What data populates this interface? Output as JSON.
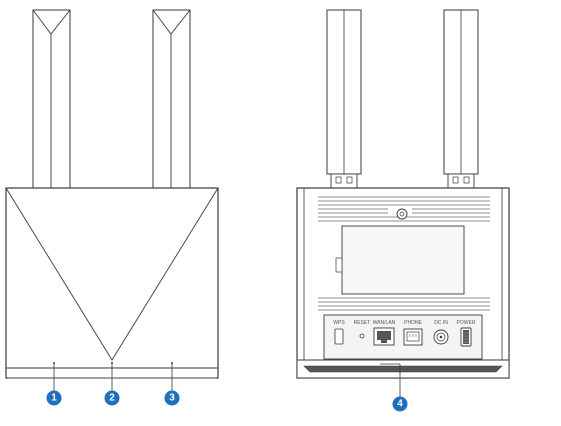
{
  "colors": {
    "line": "#3a3a3a",
    "panel": "#f4f4f4",
    "bezel": "#555555",
    "callout": "#1f6fbf"
  },
  "callouts": [
    {
      "label": "1"
    },
    {
      "label": "2"
    },
    {
      "label": "3"
    },
    {
      "label": "4"
    }
  ],
  "ports": {
    "wps": "WPS",
    "reset": "RESET",
    "wan_lan": "WAN/LAN",
    "phone": "PHONE",
    "dcin": "DC IN",
    "power": "POWER"
  }
}
